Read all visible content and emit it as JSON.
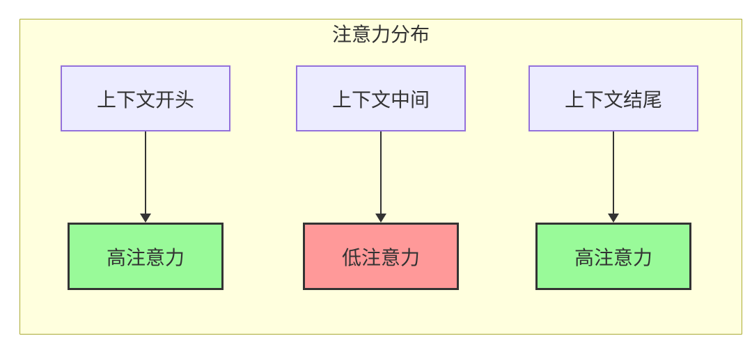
{
  "diagram": {
    "title": "注意力分布",
    "columns": [
      {
        "source": "上下文开头",
        "target": "高注意力",
        "level": "high"
      },
      {
        "source": "上下文中间",
        "target": "低注意力",
        "level": "low"
      },
      {
        "source": "上下文结尾",
        "target": "高注意力",
        "level": "high"
      }
    ],
    "colors": {
      "cluster_bg": "#ffffde",
      "cluster_border": "#aaaa33",
      "source_node_bg": "#ECECFF",
      "source_node_border": "#9370DB",
      "high_attention_bg": "#99fa99",
      "low_attention_bg": "#ff9999",
      "target_node_border": "#333333",
      "arrow": "#333333",
      "text": "#333333"
    }
  }
}
